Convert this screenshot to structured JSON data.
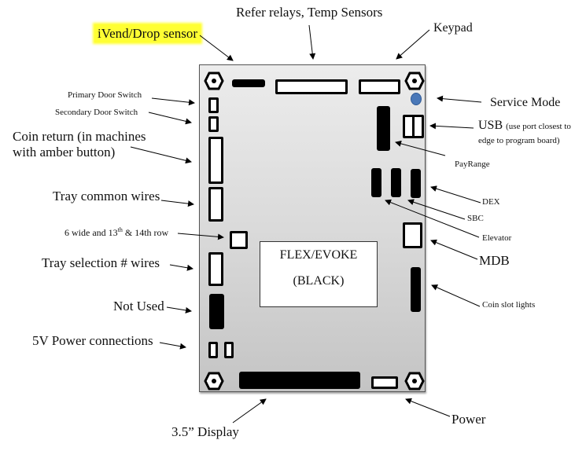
{
  "board": {
    "chip_line1": "FLEX/EVOKE",
    "chip_line2": "(BLACK)",
    "colors": {
      "service_mode_led": "#4a78b8",
      "highlight": "#ffff33"
    }
  },
  "labels": {
    "ivend": "iVend/Drop sensor",
    "refer": "Refer relays, Temp Sensors",
    "keypad": "Keypad",
    "primary_door": "Primary Door Switch",
    "secondary_door": "Secondary Door Switch",
    "coin_return_1": "Coin return (in machines",
    "coin_return_2": "with amber button)",
    "tray_common": "Tray common wires",
    "six_wide_pre": "6 wide and 13",
    "six_wide_sup": "th",
    "six_wide_post": " & 14th row",
    "tray_selection": "Tray selection # wires",
    "not_used": "Not Used",
    "power_5v": "5V Power connections",
    "display": "3.5” Display",
    "power": "Power",
    "service_mode": "Service Mode",
    "usb": "USB",
    "usb_note_1": "(use port closest to",
    "usb_note_2": "edge to program board)",
    "payrange": "PayRange",
    "dex": "DEX",
    "sbc": "SBC",
    "elevator": "Elevator",
    "mdb": "MDB",
    "coin_slot_lights": "Coin slot lights"
  }
}
